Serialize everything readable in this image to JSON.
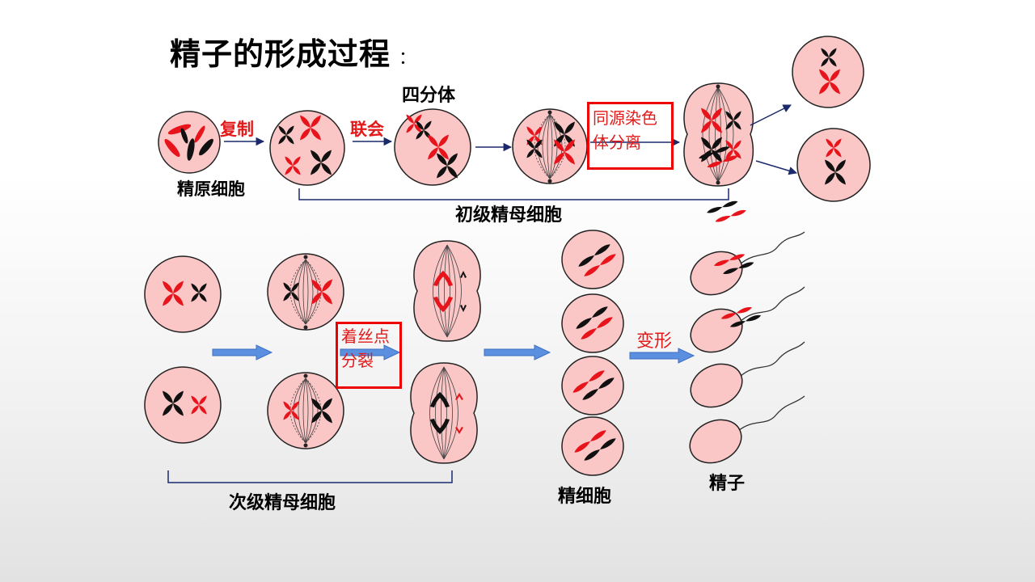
{
  "title": "精子的形成过程",
  "title_colon": "：",
  "labels": {
    "spermatogonium": "精原细胞",
    "copy": "复制",
    "synapsis": "联会",
    "tetrad": "四分体",
    "homolog_sep_1": "同源染色",
    "homolog_sep_2": "体分离",
    "primary": "初级精母细胞",
    "centromere_1": "着丝点",
    "centromere_2": "分裂",
    "secondary": "次级精母细胞",
    "spermatid": "精细胞",
    "transform": "变形",
    "sperm": "精子"
  },
  "colors": {
    "cell_fill": "#fbc6c6",
    "red_chromosome": "#e8141c",
    "black_chromosome": "#111111",
    "label_red": "#e21a1a",
    "box_border": "#e00000",
    "arrow_dark": "#1a2a6c",
    "arrow_block": "#5b8fe0"
  }
}
